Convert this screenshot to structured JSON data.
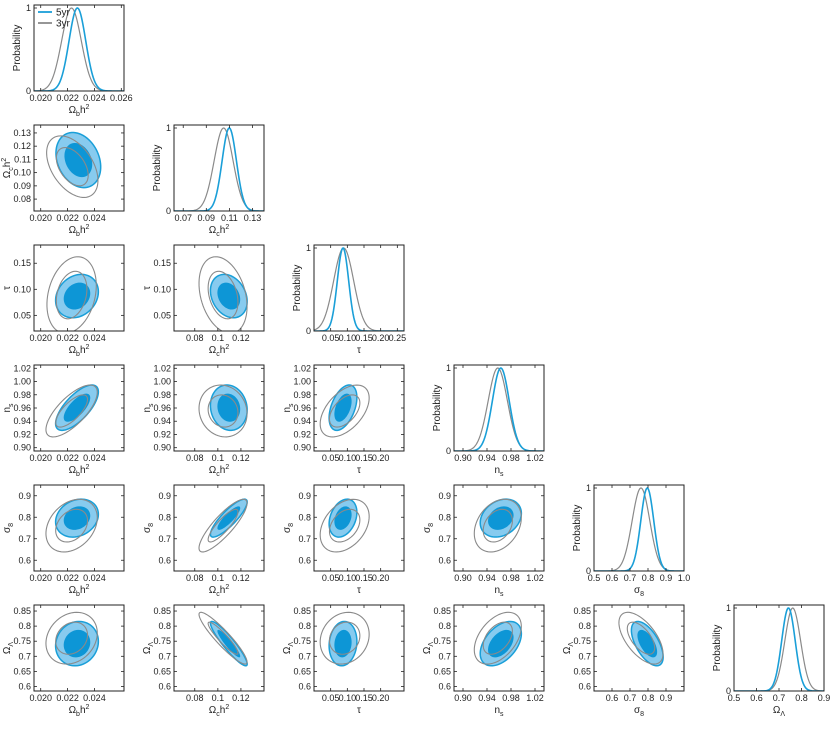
{
  "legend": {
    "entries": [
      {
        "name": "5yr",
        "color": "#1a9fd8"
      },
      {
        "name": "3yr",
        "color": "#8a8a8a"
      }
    ]
  },
  "colors": {
    "inner_fill": "#0d96d6",
    "outer_fill": "#87cbef",
    "five_yr_line": "#1a9fd8",
    "three_yr_line": "#8a8a8a"
  },
  "chart_data": {
    "type": "triangle-plot",
    "grid": false,
    "legend_placement": "top-left of first panel",
    "parameters": [
      {
        "key": "ob",
        "label": "Ωbh²",
        "ticks": [
          0.02,
          0.022,
          0.024,
          0.026
        ],
        "tick_labels": [
          "0.020",
          "0.022",
          "0.024",
          "0.026"
        ],
        "range": [
          0.0195,
          0.0262
        ]
      },
      {
        "key": "oc",
        "label": "Ωch²",
        "ticks": [
          0.07,
          0.09,
          0.11,
          0.13
        ],
        "tick_labels": [
          "0.07",
          "0.09",
          "0.11",
          "0.13"
        ],
        "range": [
          0.062,
          0.14
        ]
      },
      {
        "key": "tau",
        "label": "τ",
        "ticks": [
          0.05,
          0.1,
          0.15,
          0.2,
          0.25
        ],
        "tick_labels": [
          "0.05",
          "0.10",
          "0.15",
          "0.20",
          "0.25"
        ],
        "range": [
          0.0,
          0.27
        ]
      },
      {
        "key": "ns",
        "label": "ns",
        "ticks": [
          0.9,
          0.94,
          0.98,
          1.02
        ],
        "tick_labels": [
          "0.90",
          "0.94",
          "0.98",
          "1.02"
        ],
        "range": [
          0.885,
          1.035
        ]
      },
      {
        "key": "s8",
        "label": "σ8",
        "ticks": [
          0.5,
          0.6,
          0.7,
          0.8,
          0.9,
          1.0
        ],
        "tick_labels": [
          "0.5",
          "0.6",
          "0.7",
          "0.8",
          "0.9",
          "1.0"
        ],
        "range": [
          0.5,
          1.0
        ]
      },
      {
        "key": "ol",
        "label": "ΩΛ",
        "ticks": [
          0.5,
          0.6,
          0.7,
          0.8,
          0.9
        ],
        "tick_labels": [
          "0.5",
          "0.6",
          "0.7",
          "0.8",
          "0.9"
        ],
        "range": [
          0.5,
          0.9
        ]
      }
    ],
    "panels": [
      {
        "type": "marginal",
        "param": "ob",
        "ylabel": "Probability",
        "yticks": [
          0,
          1
        ],
        "series": [
          {
            "name": "5yr",
            "mean": 0.02273,
            "sd": 0.00062
          },
          {
            "name": "3yr",
            "mean": 0.02229,
            "sd": 0.00073
          }
        ]
      },
      {
        "type": "contour",
        "x": "ob",
        "y": "oc",
        "yticks": [
          0.08,
          0.09,
          0.1,
          0.11,
          0.12,
          0.13
        ],
        "ylim": [
          0.071,
          0.136
        ],
        "xticks": [
          0.02,
          0.022,
          0.024
        ],
        "five_yr": {
          "center": [
            0.0228,
            0.1095
          ],
          "sd": [
            0.00068,
            0.0085
          ],
          "rho": -0.25
        },
        "three_yr": {
          "center": [
            0.02235,
            0.1045
          ],
          "sd": [
            0.00078,
            0.0095
          ],
          "rho": -0.45
        }
      },
      {
        "type": "marginal",
        "param": "oc",
        "ylabel": "Probability",
        "yticks": [
          0,
          1
        ],
        "series": [
          {
            "name": "5yr",
            "mean": 0.1099,
            "sd": 0.0062
          },
          {
            "name": "3yr",
            "mean": 0.105,
            "sd": 0.0082
          }
        ]
      },
      {
        "type": "contour",
        "x": "ob",
        "y": "tau",
        "yticks": [
          0.05,
          0.1,
          0.15
        ],
        "ylim": [
          0.02,
          0.185
        ],
        "xticks": [
          0.02,
          0.022,
          0.024
        ],
        "five_yr": {
          "center": [
            0.0227,
            0.087
          ],
          "sd": [
            0.00065,
            0.017
          ],
          "rho": 0.2
        },
        "three_yr": {
          "center": [
            0.0223,
            0.089
          ],
          "sd": [
            0.00075,
            0.03
          ],
          "rho": 0.25
        }
      },
      {
        "type": "contour",
        "x": "oc",
        "y": "tau",
        "yticks": [
          0.05,
          0.1,
          0.15
        ],
        "ylim": [
          0.02,
          0.185
        ],
        "xticks": [
          0.08,
          0.1,
          0.12
        ],
        "five_yr": {
          "center": [
            0.1095,
            0.087
          ],
          "sd": [
            0.0065,
            0.017
          ],
          "rho": -0.25
        },
        "three_yr": {
          "center": [
            0.1045,
            0.089
          ],
          "sd": [
            0.0085,
            0.03
          ],
          "rho": -0.3
        }
      },
      {
        "type": "marginal",
        "param": "tau",
        "ylabel": "Probability",
        "yticks": [
          0,
          1
        ],
        "series": [
          {
            "name": "5yr",
            "mean": 0.087,
            "sd": 0.017
          },
          {
            "name": "3yr",
            "mean": 0.089,
            "sd": 0.03
          }
        ]
      },
      {
        "type": "contour",
        "x": "ob",
        "y": "ns",
        "yticks": [
          0.9,
          0.92,
          0.94,
          0.96,
          0.98,
          1.0,
          1.02
        ],
        "ylim": [
          0.895,
          1.025
        ],
        "xticks": [
          0.02,
          0.022,
          0.024
        ],
        "five_yr": {
          "center": [
            0.0227,
            0.9605
          ],
          "sd": [
            0.00065,
            0.014
          ],
          "rho": 0.7
        },
        "three_yr": {
          "center": [
            0.0223,
            0.9555
          ],
          "sd": [
            0.00078,
            0.016
          ],
          "rho": 0.72
        }
      },
      {
        "type": "contour",
        "x": "oc",
        "y": "ns",
        "yticks": [
          0.9,
          0.92,
          0.94,
          0.96,
          0.98,
          1.0,
          1.02
        ],
        "ylim": [
          0.895,
          1.025
        ],
        "xticks": [
          0.08,
          0.1,
          0.12
        ],
        "five_yr": {
          "center": [
            0.1095,
            0.9605
          ],
          "sd": [
            0.0065,
            0.014
          ],
          "rho": -0.1
        },
        "three_yr": {
          "center": [
            0.1045,
            0.9555
          ],
          "sd": [
            0.0085,
            0.016
          ],
          "rho": -0.1
        }
      },
      {
        "type": "contour",
        "x": "tau",
        "y": "ns",
        "yticks": [
          0.9,
          0.92,
          0.94,
          0.96,
          0.98,
          1.0,
          1.02
        ],
        "ylim": [
          0.895,
          1.025
        ],
        "xticks": [
          0.05,
          0.1,
          0.15,
          0.2
        ],
        "five_yr": {
          "center": [
            0.087,
            0.9605
          ],
          "sd": [
            0.017,
            0.014
          ],
          "rho": 0.45
        },
        "three_yr": {
          "center": [
            0.092,
            0.9555
          ],
          "sd": [
            0.03,
            0.016
          ],
          "rho": 0.5
        }
      },
      {
        "type": "marginal",
        "param": "ns",
        "ylabel": "Probability",
        "yticks": [
          0,
          1
        ],
        "series": [
          {
            "name": "5yr",
            "mean": 0.963,
            "sd": 0.014
          },
          {
            "name": "3yr",
            "mean": 0.958,
            "sd": 0.016
          }
        ]
      },
      {
        "type": "contour",
        "x": "ob",
        "y": "s8",
        "yticks": [
          0.6,
          0.7,
          0.8,
          0.9
        ],
        "ylim": [
          0.55,
          0.95
        ],
        "xticks": [
          0.02,
          0.022,
          0.024
        ],
        "five_yr": {
          "center": [
            0.0227,
            0.796
          ],
          "sd": [
            0.00065,
            0.036
          ],
          "rho": 0.2
        },
        "three_yr": {
          "center": [
            0.0223,
            0.761
          ],
          "sd": [
            0.00078,
            0.05
          ],
          "rho": 0.3
        }
      },
      {
        "type": "contour",
        "x": "oc",
        "y": "s8",
        "yticks": [
          0.6,
          0.7,
          0.8,
          0.9
        ],
        "ylim": [
          0.55,
          0.95
        ],
        "xticks": [
          0.08,
          0.1,
          0.12
        ],
        "five_yr": {
          "center": [
            0.1095,
            0.796
          ],
          "sd": [
            0.0065,
            0.036
          ],
          "rho": 0.85
        },
        "three_yr": {
          "center": [
            0.1045,
            0.761
          ],
          "sd": [
            0.0085,
            0.05
          ],
          "rho": 0.85
        }
      },
      {
        "type": "contour",
        "x": "tau",
        "y": "s8",
        "yticks": [
          0.6,
          0.7,
          0.8,
          0.9
        ],
        "ylim": [
          0.55,
          0.95
        ],
        "xticks": [
          0.05,
          0.1,
          0.15,
          0.2
        ],
        "five_yr": {
          "center": [
            0.087,
            0.796
          ],
          "sd": [
            0.017,
            0.036
          ],
          "rho": 0.3
        },
        "three_yr": {
          "center": [
            0.092,
            0.761
          ],
          "sd": [
            0.03,
            0.05
          ],
          "rho": 0.35
        }
      },
      {
        "type": "contour",
        "x": "ns",
        "y": "s8",
        "yticks": [
          0.6,
          0.7,
          0.8,
          0.9
        ],
        "ylim": [
          0.55,
          0.95
        ],
        "xticks": [
          0.9,
          0.94,
          0.98,
          1.02
        ],
        "five_yr": {
          "center": [
            0.963,
            0.796
          ],
          "sd": [
            0.014,
            0.036
          ],
          "rho": 0.25
        },
        "three_yr": {
          "center": [
            0.958,
            0.761
          ],
          "sd": [
            0.016,
            0.05
          ],
          "rho": 0.3
        }
      },
      {
        "type": "marginal",
        "param": "s8",
        "ylabel": "Probability",
        "yticks": [
          0,
          1
        ],
        "series": [
          {
            "name": "5yr",
            "mean": 0.796,
            "sd": 0.036
          },
          {
            "name": "3yr",
            "mean": 0.761,
            "sd": 0.049
          }
        ]
      },
      {
        "type": "contour",
        "x": "ob",
        "y": "ol",
        "yticks": [
          0.6,
          0.65,
          0.7,
          0.75,
          0.8,
          0.85
        ],
        "ylim": [
          0.585,
          0.87
        ],
        "xticks": [
          0.02,
          0.022,
          0.024
        ],
        "five_yr": {
          "center": [
            0.0227,
            0.742
          ],
          "sd": [
            0.00065,
            0.03
          ],
          "rho": 0.1
        },
        "three_yr": {
          "center": [
            0.0223,
            0.76
          ],
          "sd": [
            0.00078,
            0.035
          ],
          "rho": 0.2
        }
      },
      {
        "type": "contour",
        "x": "oc",
        "y": "ol",
        "yticks": [
          0.6,
          0.65,
          0.7,
          0.75,
          0.8,
          0.85
        ],
        "ylim": [
          0.585,
          0.87
        ],
        "xticks": [
          0.08,
          0.1,
          0.12
        ],
        "five_yr": {
          "center": [
            0.1095,
            0.742
          ],
          "sd": [
            0.0065,
            0.03
          ],
          "rho": -0.92
        },
        "three_yr": {
          "center": [
            0.1045,
            0.76
          ],
          "sd": [
            0.0085,
            0.035
          ],
          "rho": -0.92
        }
      },
      {
        "type": "contour",
        "x": "tau",
        "y": "ol",
        "yticks": [
          0.6,
          0.65,
          0.7,
          0.75,
          0.8,
          0.85
        ],
        "ylim": [
          0.585,
          0.87
        ],
        "xticks": [
          0.05,
          0.1,
          0.15,
          0.2
        ],
        "five_yr": {
          "center": [
            0.087,
            0.742
          ],
          "sd": [
            0.017,
            0.03
          ],
          "rho": 0.1
        },
        "three_yr": {
          "center": [
            0.092,
            0.76
          ],
          "sd": [
            0.03,
            0.035
          ],
          "rho": 0.15
        }
      },
      {
        "type": "contour",
        "x": "ns",
        "y": "ol",
        "yticks": [
          0.6,
          0.65,
          0.7,
          0.75,
          0.8,
          0.85
        ],
        "ylim": [
          0.585,
          0.87
        ],
        "xticks": [
          0.9,
          0.94,
          0.98,
          1.02
        ],
        "five_yr": {
          "center": [
            0.963,
            0.742
          ],
          "sd": [
            0.014,
            0.03
          ],
          "rho": 0.45
        },
        "three_yr": {
          "center": [
            0.958,
            0.76
          ],
          "sd": [
            0.016,
            0.035
          ],
          "rho": 0.45
        }
      },
      {
        "type": "contour",
        "x": "s8",
        "y": "ol",
        "yticks": [
          0.6,
          0.65,
          0.7,
          0.75,
          0.8,
          0.85
        ],
        "ylim": [
          0.585,
          0.87
        ],
        "xticks": [
          0.6,
          0.7,
          0.8,
          0.9
        ],
        "five_yr": {
          "center": [
            0.796,
            0.742
          ],
          "sd": [
            0.036,
            0.03
          ],
          "rho": -0.6
        },
        "three_yr": {
          "center": [
            0.761,
            0.76
          ],
          "sd": [
            0.05,
            0.035
          ],
          "rho": -0.6
        }
      },
      {
        "type": "marginal",
        "param": "ol",
        "ylabel": "Probability",
        "yticks": [
          0,
          1
        ],
        "series": [
          {
            "name": "5yr",
            "mean": 0.742,
            "sd": 0.03
          },
          {
            "name": "3yr",
            "mean": 0.761,
            "sd": 0.035
          }
        ]
      }
    ]
  }
}
